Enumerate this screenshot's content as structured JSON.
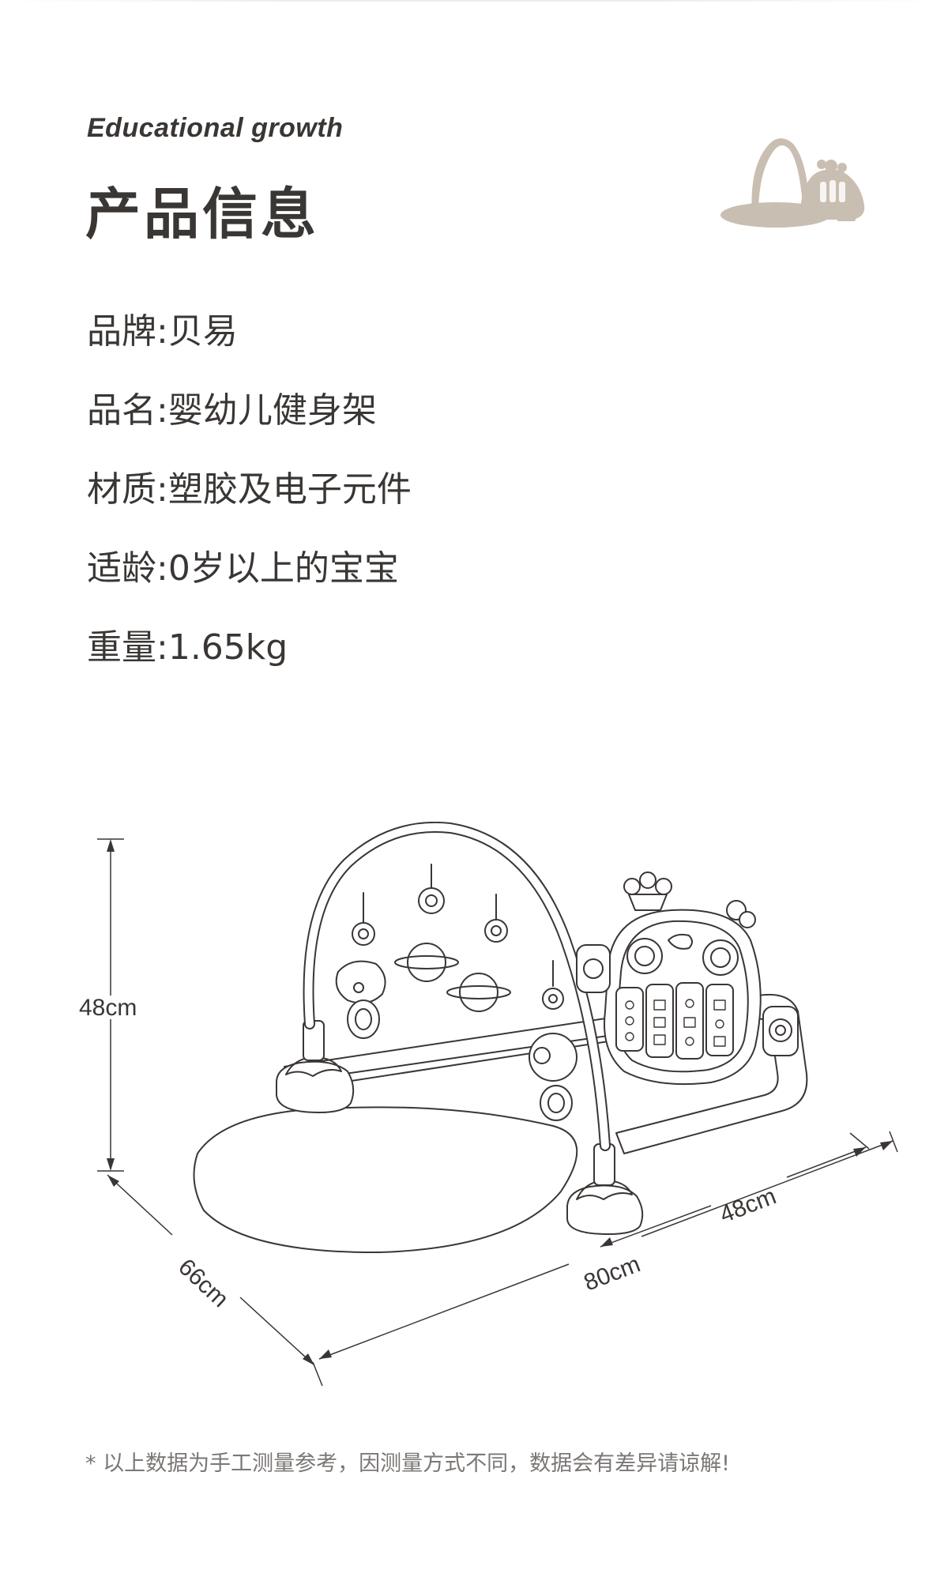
{
  "header": {
    "subtitle": "Educational growth",
    "title": "产品信息",
    "logo_icon": "baby-play-gym-icon",
    "logo_color": "#c9beb2"
  },
  "info": [
    {
      "text": "品牌:贝易"
    },
    {
      "text": "品名:婴幼儿健身架"
    },
    {
      "text": "材质:塑胶及电子元件"
    },
    {
      "text": "适龄:0岁以上的宝宝"
    },
    {
      "text": "重量:1.65kg"
    }
  ],
  "dimensions": {
    "height": "48cm",
    "depth": "66cm",
    "width": "80cm",
    "panel_width": "48cm",
    "illustration_icon": "baby-play-gym-line-drawing"
  },
  "footer": {
    "note": "* 以上数据为手工测量参考，因测量方式不同，数据会有差异请谅解!"
  }
}
